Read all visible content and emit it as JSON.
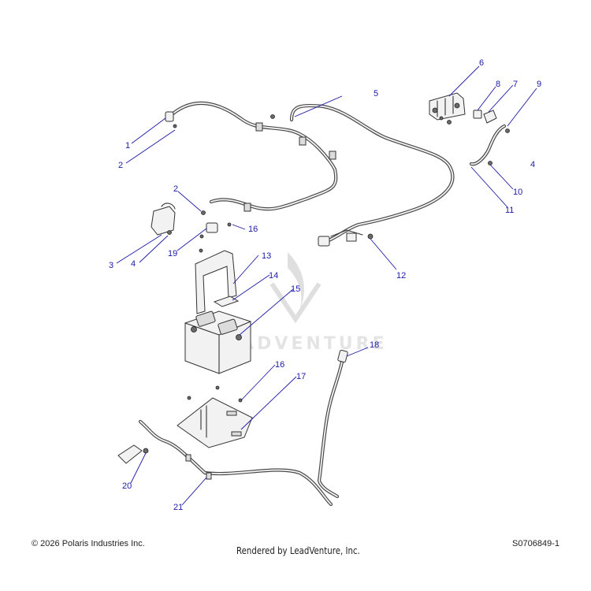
{
  "diagram": {
    "callouts": [
      "1",
      "2",
      "2",
      "3",
      "4",
      "4",
      "5",
      "6",
      "7",
      "8",
      "9",
      "10",
      "11",
      "12",
      "13",
      "14",
      "15",
      "16",
      "16",
      "17",
      "18",
      "19",
      "20",
      "21"
    ]
  },
  "watermark": {
    "text": "LEADVENTURE"
  },
  "footer": {
    "copyright": "© 2026 Polaris Industries Inc.",
    "rendered_by": "Rendered by LeadVenture, Inc.",
    "figure_id": "S0706849-1"
  },
  "colors": {
    "callout": "#1a1aa6",
    "line_art": "#333333",
    "cable": "#4a4a4a"
  }
}
